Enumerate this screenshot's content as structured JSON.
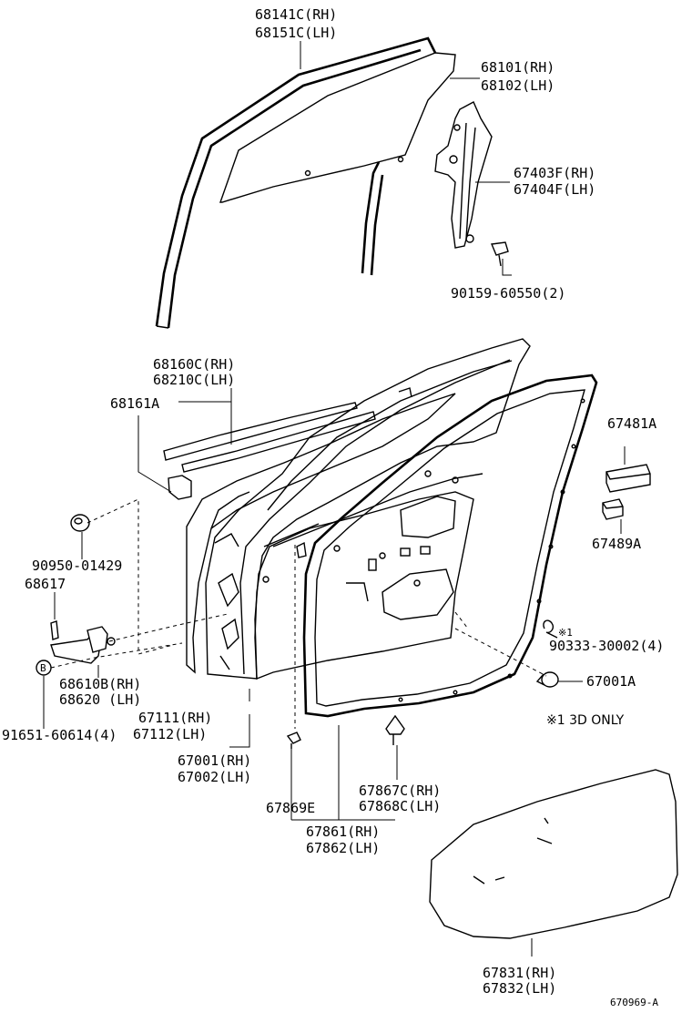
{
  "labels": {
    "p68141c": "68141C(RH)",
    "p68151c": "68151C(LH)",
    "p68101": "68101(RH)",
    "p68102": "68102(LH)",
    "p67403f": "67403F(RH)",
    "p67404f": "67404F(LH)",
    "p90159": "90159-60550(2)",
    "p68160c": "68160C(RH)",
    "p68210c": "68210C(LH)",
    "p68161a": "68161A",
    "p67481a": "67481A",
    "p67489a": "67489A",
    "p90950": "90950-01429",
    "p68617": "68617",
    "mark_b": "B",
    "p68610b": "68610B(RH)",
    "p68620": "68620 (LH)",
    "p91651": "91651-60614(4)",
    "p67111": "67111(RH)",
    "p67112": "67112(LH)",
    "p67001": "67001(RH)",
    "p67002": "67002(LH)",
    "note_mark": "※1",
    "p90333": "90333-30002(4)",
    "p67001a": "67001A",
    "note_3d": "※1 3D ONLY",
    "p67867c": "67867C(RH)",
    "p67868c": "67868C(LH)",
    "p67869e": "67869E",
    "p67861": "67861(RH)",
    "p67862": "67862(LH)",
    "p67831": "67831(RH)",
    "p67832": "67832(LH)",
    "diagram_id": "670969-A"
  }
}
